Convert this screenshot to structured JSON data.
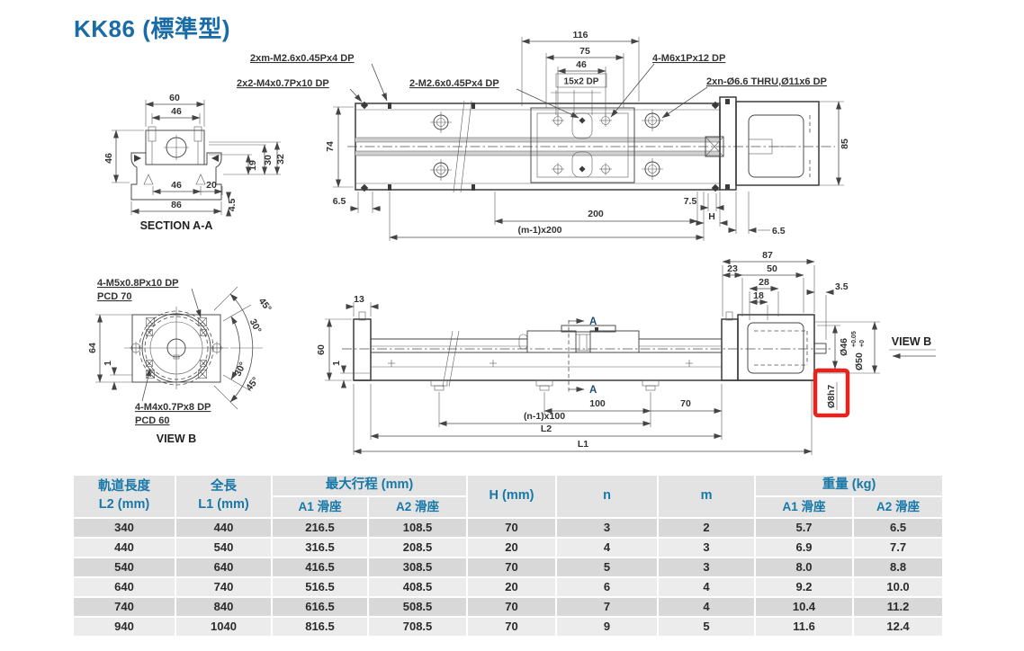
{
  "title": "KK86 (標準型)",
  "colors": {
    "accent": "#1a6ca6",
    "header_text": "#1878a8",
    "highlight": "#e4251f"
  },
  "section_a": {
    "label": "SECTION A-A",
    "dims": {
      "d60": "60",
      "d46_top": "46",
      "d46_left": "46",
      "d46_bottom": "46",
      "d20": "20",
      "d86": "86",
      "d4_5": "4.5",
      "d19": "19",
      "d30": "30",
      "d32": "32"
    }
  },
  "top_view": {
    "callouts": {
      "c2xm": "2xm-M2.6x0.45Px4 DP",
      "c2x2": "2x2-M4x0.7Px10 DP",
      "c2m26": "2-M2.6x0.45Px4 DP",
      "c4m6": "4-M6x1Px12 DP",
      "c2xn": "2xn-Ø6.6 THRU,Ø11x6 DP"
    },
    "dims": {
      "d116": "116",
      "d75": "75",
      "d46": "46",
      "d15x2": "15x2 DP",
      "d74": "74",
      "d6_5_left": "6.5",
      "d200": "200",
      "dm1x200": "(m-1)x200",
      "d7_5": "7.5",
      "dH": "H",
      "d6_5_right": "6.5",
      "d85": "85"
    }
  },
  "view_b": {
    "label": "VIEW B",
    "callout_m5": "4-M5x0.8Px10 DP",
    "callout_pcd70": "PCD 70",
    "callout_m4": "4-M4x0.7Px8 DP",
    "callout_pcd60": "PCD 60",
    "dims": {
      "d64": "64",
      "d1": "1",
      "a45_top": "45°",
      "a30_top": "30°",
      "a30_bot": "30°",
      "a45_bot": "45°"
    }
  },
  "side_view": {
    "view_b_label": "VIEW B",
    "section_marker": "A",
    "dims": {
      "d13": "13",
      "d60": "60",
      "d1": "1",
      "d100": "100",
      "d70": "70",
      "dn1x100": "(n-1)x100",
      "dL2": "L2",
      "dL1": "L1",
      "d87": "87",
      "d23": "23",
      "d50": "50",
      "d28": "28",
      "d18": "18",
      "d3_5": "3.5",
      "d46": "Ø46",
      "d50b": "Ø50",
      "d50_tol_hi": "+0.05",
      "d50_tol_lo": "+0",
      "d8h7": "Ø8h7"
    }
  },
  "table": {
    "headers": {
      "l2_line1": "軌道長度",
      "l2_line2": "L2 (mm)",
      "l1_line1": "全長",
      "l1_line2": "L1 (mm)",
      "stroke_group": "最大行程 (mm)",
      "h": "H (mm)",
      "n": "n",
      "m": "m",
      "weight_group": "重量 (kg)",
      "a1_stroke": "A1 滑座",
      "a2_stroke": "A2 滑座",
      "a1_weight": "A1 滑座",
      "a2_weight": "A2 滑座"
    },
    "rows": [
      [
        "340",
        "440",
        "216.5",
        "108.5",
        "70",
        "3",
        "2",
        "5.7",
        "6.5"
      ],
      [
        "440",
        "540",
        "316.5",
        "208.5",
        "20",
        "4",
        "3",
        "6.9",
        "7.7"
      ],
      [
        "540",
        "640",
        "416.5",
        "308.5",
        "70",
        "5",
        "3",
        "8.0",
        "8.8"
      ],
      [
        "640",
        "740",
        "516.5",
        "408.5",
        "20",
        "6",
        "4",
        "9.2",
        "10.0"
      ],
      [
        "740",
        "840",
        "616.5",
        "508.5",
        "70",
        "7",
        "4",
        "10.4",
        "11.2"
      ],
      [
        "940",
        "1040",
        "816.5",
        "708.5",
        "70",
        "9",
        "5",
        "11.6",
        "12.4"
      ]
    ]
  }
}
